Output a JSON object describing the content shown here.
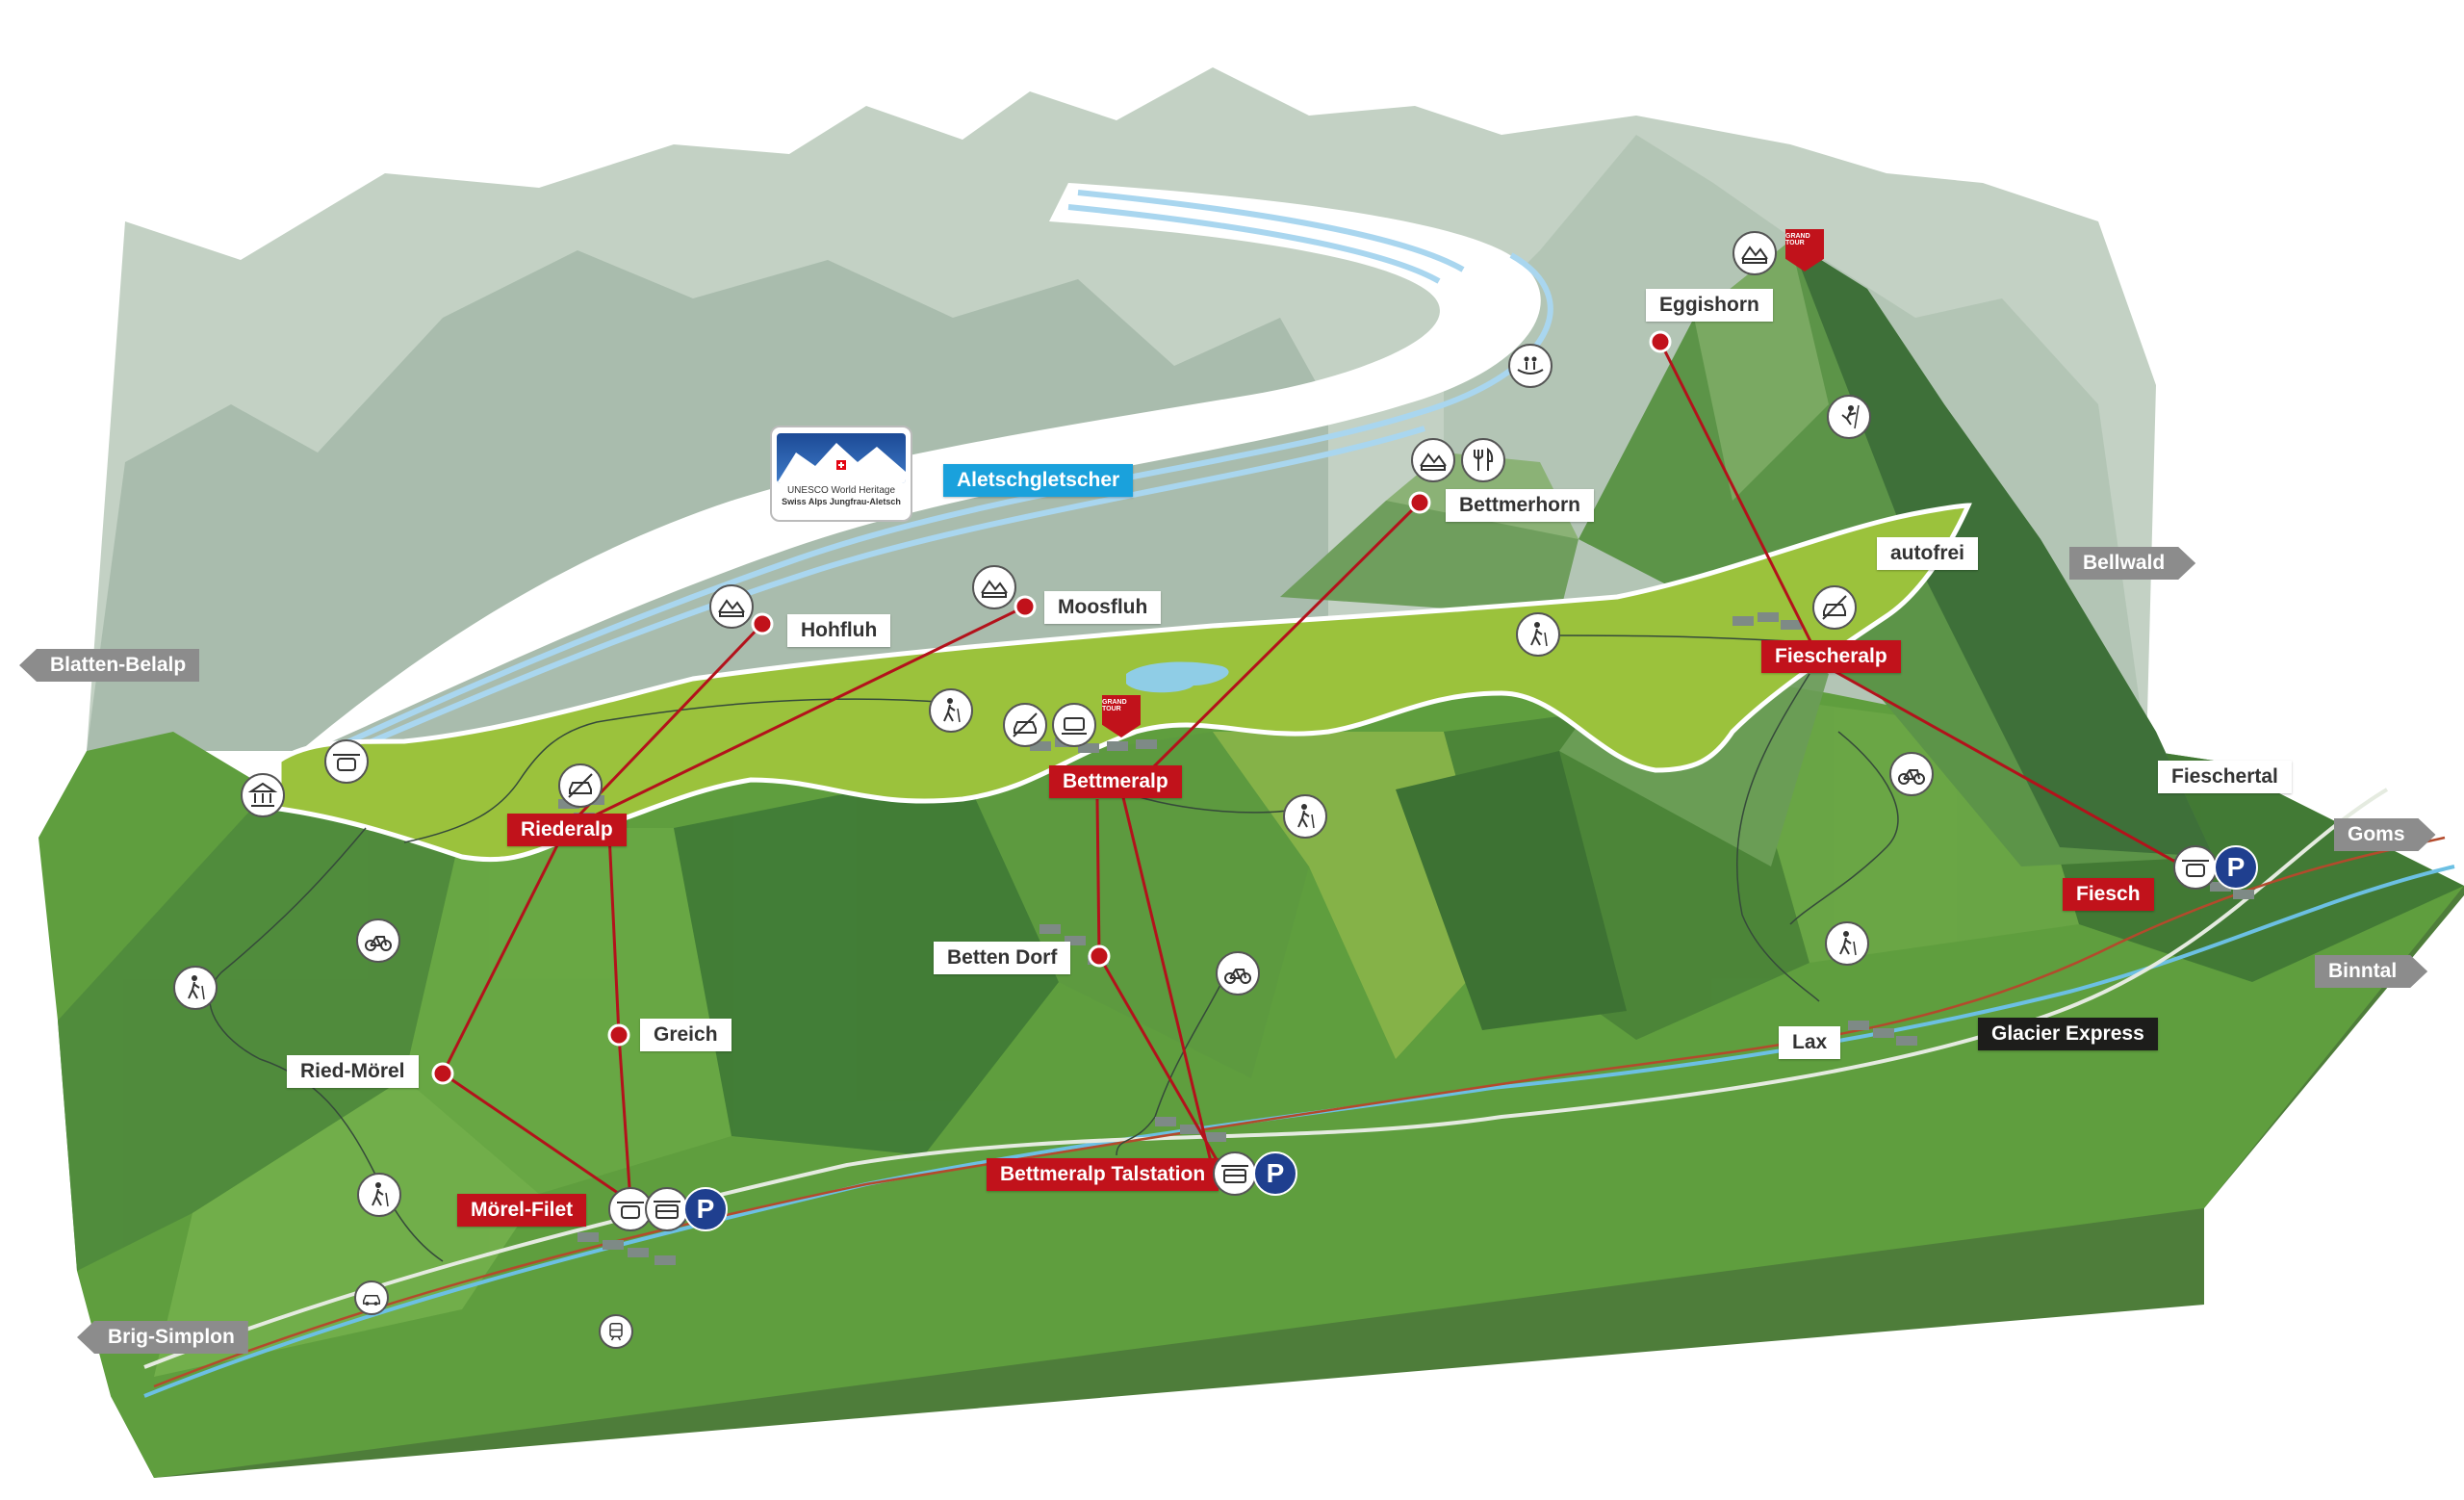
{
  "map": {
    "places": {
      "hohfluh": "Hohfluh",
      "moosfluh": "Moosfluh",
      "bettmerhorn": "Bettmerhorn",
      "eggishorn": "Eggishorn",
      "autofrei": "autofrei",
      "fieschertal": "Fieschertal",
      "betten_dorf": "Betten Dorf",
      "greich": "Greich",
      "ried_moerel": "Ried-Mörel",
      "lax": "Lax"
    },
    "stations": {
      "riederalp": "Riederalp",
      "bettmeralp": "Bettmeralp",
      "fiescheralp": "Fiescheralp",
      "fiesch": "Fiesch",
      "moerel_filet": "Mörel-Filet",
      "bettmeralp_talstation": "Bettmeralp Talstation"
    },
    "glacier": "Aletschgletscher",
    "train": "Glacier Express",
    "directions": {
      "blatten_belalp": "Blatten-Belalp",
      "bellwald": "Bellwald",
      "goms": "Goms",
      "binntal": "Binntal",
      "brig_simplon": "Brig-Simplon"
    },
    "unesco": {
      "line1": "UNESCO World Heritage",
      "line2": "Swiss Alps Jungfrau-Aletsch"
    },
    "parking_letter": "P",
    "grand_tour_text": "GRAND TOUR",
    "colors": {
      "station_red": "#c1121b",
      "glacier_blue": "#1aa1dc",
      "parking_blue": "#1f3f8f",
      "plateau_green": "#8fb83a",
      "valley_green": "#5f9e3e"
    },
    "icons": [
      "panorama-icon",
      "dining-icon",
      "hiking-icon",
      "bike-icon",
      "gondola-icon",
      "train-icon",
      "car-free-icon",
      "climbing-icon",
      "suspension-bridge-icon",
      "car-icon",
      "museum-icon"
    ]
  }
}
